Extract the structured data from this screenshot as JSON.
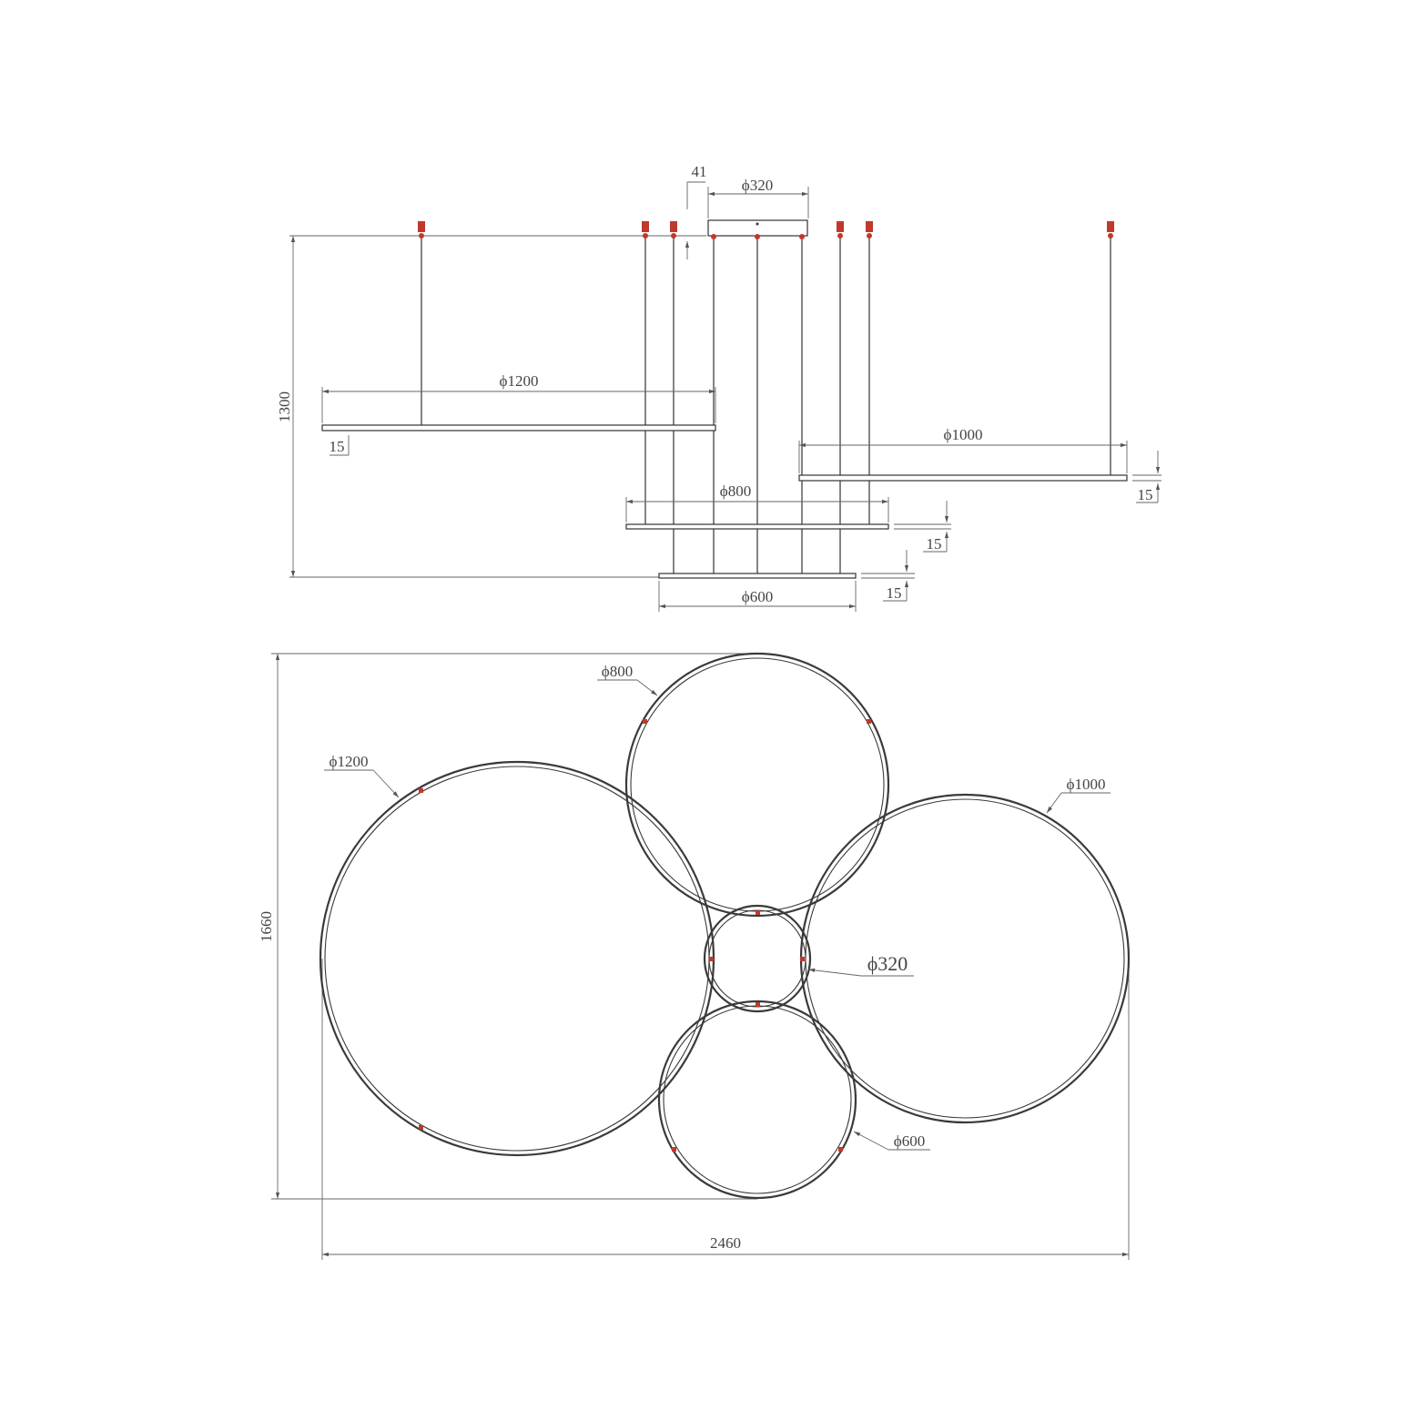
{
  "colors": {
    "line": "#3a3a3a",
    "dimension": "#666666",
    "clip": "#c0392b",
    "background": "#ffffff"
  },
  "side_view": {
    "overall_height": "1300",
    "canopy_diameter": "ϕ320",
    "canopy_gap": "41",
    "ring_1200_label": "ϕ1200",
    "ring_1000_label": "ϕ1000",
    "ring_800_label": "ϕ800",
    "ring_600_label": "ϕ600",
    "thickness_1200": "15",
    "thickness_1000": "15",
    "thickness_800": "15",
    "thickness_600": "15"
  },
  "top_view": {
    "overall_width": "2460",
    "overall_depth": "1660",
    "ring_800_label": "ϕ800",
    "ring_1200_label": "ϕ1200",
    "ring_1000_label": "ϕ1000",
    "ring_320_label": "ϕ320",
    "ring_600_label": "ϕ600"
  }
}
